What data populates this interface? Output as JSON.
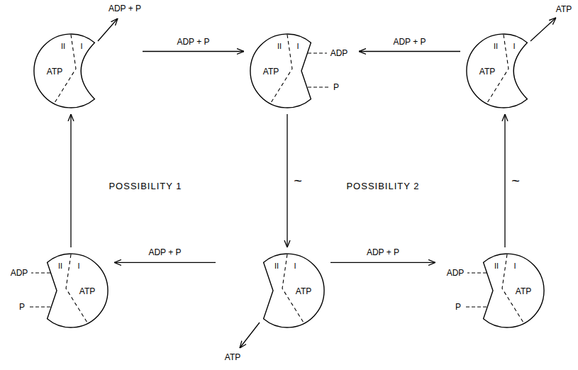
{
  "diagram": {
    "nodes": [
      {
        "text": [
          "II",
          "I",
          "ATP"
        ]
      },
      {
        "text": [
          "II",
          "I",
          "ATP",
          "ADP",
          "P"
        ]
      },
      {
        "text": [
          "II",
          "I",
          "ATP"
        ]
      },
      {
        "text": [
          "II",
          "I",
          "ATP",
          "ADP",
          "P"
        ]
      },
      {
        "text": [
          "II",
          "I",
          "ATP"
        ]
      },
      {
        "text": [
          "II",
          "I",
          "ATP",
          "ADP",
          "P"
        ]
      }
    ],
    "edges": [
      {
        "from": 0,
        "to": 1,
        "label": "ADP + P",
        "arrow": "to"
      },
      {
        "from": 2,
        "to": 1,
        "label": "ADP + P",
        "arrow": "to"
      },
      {
        "from": 1,
        "to": 4,
        "label": "~",
        "arrow": "to"
      },
      {
        "from": 4,
        "to": 3,
        "label": "ADP + P",
        "arrow": "to"
      },
      {
        "from": 4,
        "to": 5,
        "label": "ADP + P",
        "arrow": "to"
      },
      {
        "from": 3,
        "to": 0,
        "arrow": "to"
      },
      {
        "from": 5,
        "to": 2,
        "label": "~",
        "arrow": "to"
      }
    ],
    "labels": [
      "ADP + P",
      "ATP",
      "POSSIBILITY 1",
      "POSSIBILITY 2",
      "ATP"
    ]
  }
}
